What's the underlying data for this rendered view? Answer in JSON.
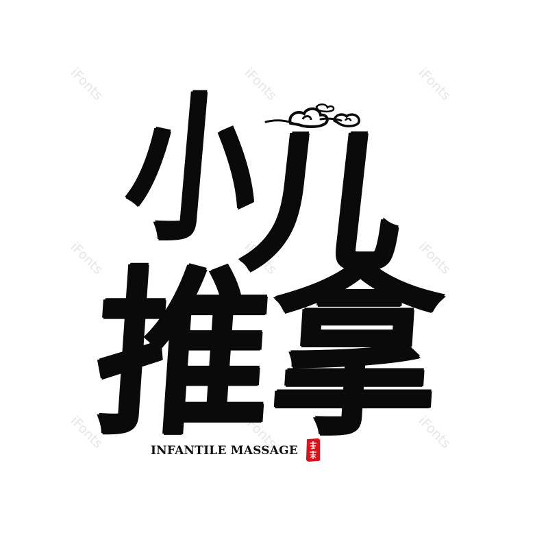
{
  "watermarks": [
    "iFonts",
    "iFonts",
    "iFonts",
    "iFonts",
    "iFonts",
    "iFonts",
    "iFonts",
    "iFonts",
    "iFonts"
  ],
  "title": {
    "char_1": "小",
    "char_2": "儿",
    "char_3": "推",
    "char_4": "拿"
  },
  "subtitle": "INFANTILE MASSAGE",
  "seal_text": "传承",
  "colors": {
    "ink": "#0a0a0a",
    "seal": "#d9121c",
    "watermark": "#e6e6e6",
    "background": "#ffffff"
  },
  "icons": [
    "cloud-ornament-icon",
    "red-seal-icon"
  ]
}
